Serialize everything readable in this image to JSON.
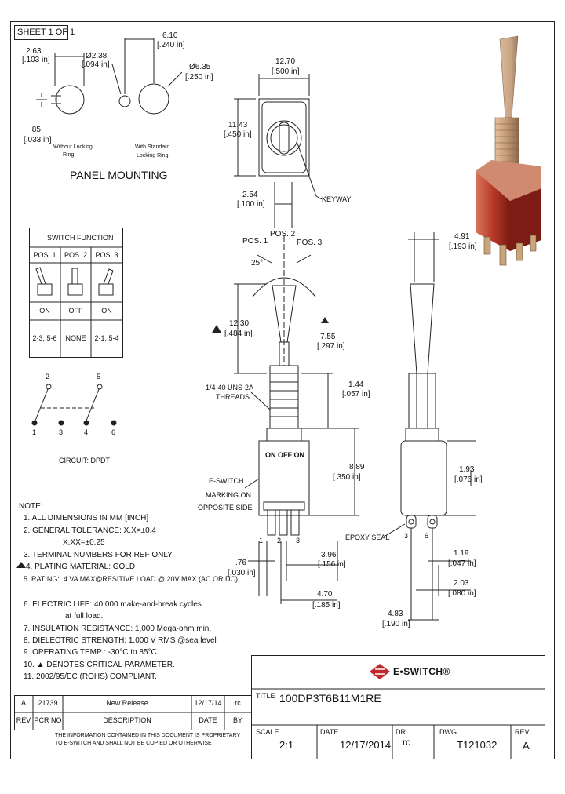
{
  "sheet": {
    "label": "SHEET 1 OF 1"
  },
  "panel_mounting": {
    "title": "PANEL MOUNTING",
    "dim_width": "2.63",
    "dim_width_in": "[.103 in]",
    "dim_hole": "Ø2.38",
    "dim_hole_in": "[.094 in]",
    "dim_spacing": "6.10",
    "dim_spacing_in": "[.240 in]",
    "dim_dia": "Ø6.35",
    "dim_dia_in": "[.250 in]",
    "dim_flat": ".85",
    "dim_flat_in": "[.033 in]",
    "without_ring_1": "Without Locking",
    "without_ring_2": "Ring",
    "with_ring_1": "With Standard",
    "with_ring_2": "Locking Ring"
  },
  "top_view": {
    "width": "12.70",
    "width_in": "[.500 in]",
    "height": "11.43",
    "height_in": "[.450 in]",
    "keyway": "KEYWAY"
  },
  "switch_function": {
    "title": "SWITCH FUNCTION",
    "headers": [
      "POS. 1",
      "POS. 2",
      "POS. 3"
    ],
    "states": [
      "ON",
      "OFF",
      "ON"
    ],
    "connections": [
      "2-3, 5-6",
      "NONE",
      "2-1, 5-4"
    ]
  },
  "circuit": {
    "label": "CIRCUIT: DPDT",
    "top_pins": [
      "2",
      "5"
    ],
    "bottom_pins": [
      "1",
      "3",
      "4",
      "6"
    ]
  },
  "front_view": {
    "thread_dia": "2.54",
    "thread_dia_in": "[.100 in]",
    "pos1": "POS. 1",
    "pos2": "POS. 2",
    "pos3": "POS. 3",
    "angle": "25°",
    "lever_len": "12.30",
    "lever_len_in": "[.484 in]",
    "lever_top": "7.55",
    "lever_top_in": "[.297 in]",
    "threads_1": "1/4-40 UNS-2A",
    "threads_2": "THREADS",
    "bushing": "1.44",
    "bushing_in": "[.057 in]",
    "body_h": "8.89",
    "body_h_in": "[.350 in]",
    "body_label": "ON OFF ON",
    "marking_1": "E-SWITCH",
    "marking_2": "MARKING ON",
    "marking_3": "OPPOSITE SIDE",
    "pins": [
      "1",
      "2",
      "3"
    ],
    "term_w": ".76",
    "term_w_in": "[.030 in]",
    "pitch": "3.96",
    "pitch_in": "[.156 in]",
    "span": "4.70",
    "span_in": "[.185 in]"
  },
  "side_view": {
    "lever_w": "4.91",
    "lever_w_in": "[.193 in]",
    "depth": "1.93",
    "depth_in": "[.076 in]",
    "epoxy": "EPOXY SEAL",
    "pins": [
      "3",
      "6"
    ],
    "hole": "1.19",
    "hole_in": "[.047 in]",
    "term_len": "2.03",
    "term_len_in": "[.080 in]",
    "row": "4.83",
    "row_in": "[.190 in]"
  },
  "notes": {
    "title": "NOTE:",
    "items": [
      "1. ALL DIMENSIONS IN MM [INCH]",
      "2. GENERAL TOLERANCE: X.X=±0.4",
      "X.XX=±0.25",
      "3. TERMINAL NUMBERS FOR REF ONLY",
      "4. PLATING MATERIAL: GOLD",
      "5. RATING: .4 VA MAX@RESITIVE LOAD @ 20V MAX (AC OR DC)",
      "6. ELECTRIC LIFE: 40,000 make-and-break cycles",
      "at full load.",
      "7. INSULATION RESISTANCE: 1,000 Mega-ohm min.",
      "8. DIELECTRIC STRENGTH: 1,000 V RMS @sea level",
      "9. OPERATING TEMP : -30°C to 85°C",
      "10. ▲ DENOTES CRITICAL PARAMETER.",
      "11. 2002/95/EC (ROHS) COMPLIANT."
    ]
  },
  "revisions": {
    "row": [
      "A",
      "21739",
      "New Release",
      "12/17/14",
      "rc"
    ],
    "headers": [
      "REV",
      "PCR NO",
      "DESCRIPTION",
      "DATE",
      "BY"
    ],
    "proprietary_1": "THE INFORMATION CONTAINED IN THIS DOCUMENT IS PROPRIETARY",
    "proprietary_2": "TO E-SWITCH AND SHALL NOT BE COPIED OR OTHERWISE"
  },
  "title_block": {
    "brand": "E•SWITCH®",
    "title_label": "TITLE",
    "title": "100DP3T6B11M1RE",
    "scale_label": "SCALE",
    "scale": "2:1",
    "date_label": "DATE",
    "date": "12/17/2014",
    "dr_label": "DR",
    "dr": "rc",
    "dwg_label": "DWG",
    "dwg": "T121032",
    "rev_label": "REV",
    "rev": "A"
  },
  "colors": {
    "line": "#222222",
    "brand_red": "#c0282d",
    "body_red": "#a8281e",
    "bushing_gold": "#c7a17a"
  }
}
